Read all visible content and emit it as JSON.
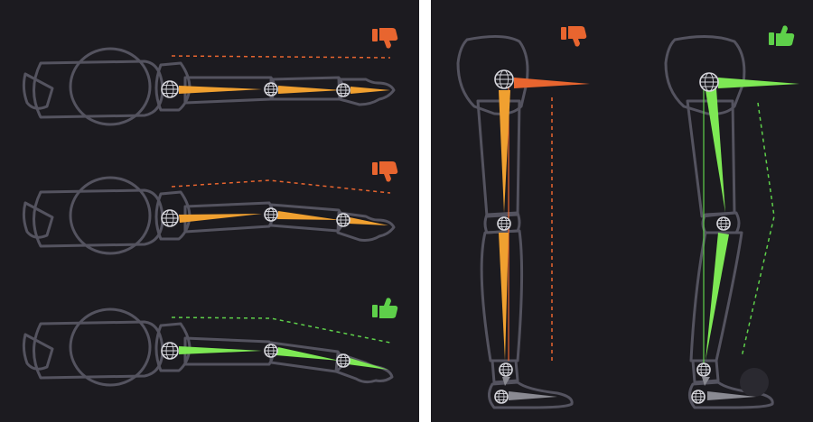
{
  "colors": {
    "background": "#1c1b20",
    "divider": "#ffffff",
    "limb_outline": "#54535f",
    "joint": "#d8d8de",
    "bad_bone": "#f0a030",
    "good_bone": "#7de854",
    "bad_guide": "#e8652f",
    "good_guide": "#5ed04a",
    "foot_bone": "#8a8a92",
    "thumbs_down": "#e8652f",
    "thumbs_up": "#5ed04a"
  },
  "icons": {
    "bad": "thumbs-down-icon",
    "good": "thumbs-up-icon",
    "joint": "globe-joint-icon"
  },
  "panels": [
    {
      "name": "arm-examples",
      "examples": [
        {
          "rating": "bad",
          "bone_color": "bad_bone",
          "guide": "straight"
        },
        {
          "rating": "bad",
          "bone_color": "bad_bone",
          "guide": "bent"
        },
        {
          "rating": "good",
          "bone_color": "good_bone",
          "guide": "bent"
        }
      ]
    },
    {
      "name": "leg-examples",
      "examples": [
        {
          "rating": "bad",
          "bone_color": "bad_bone",
          "guide": "straight"
        },
        {
          "rating": "good",
          "bone_color": "good_bone",
          "guide": "bent"
        }
      ]
    }
  ]
}
